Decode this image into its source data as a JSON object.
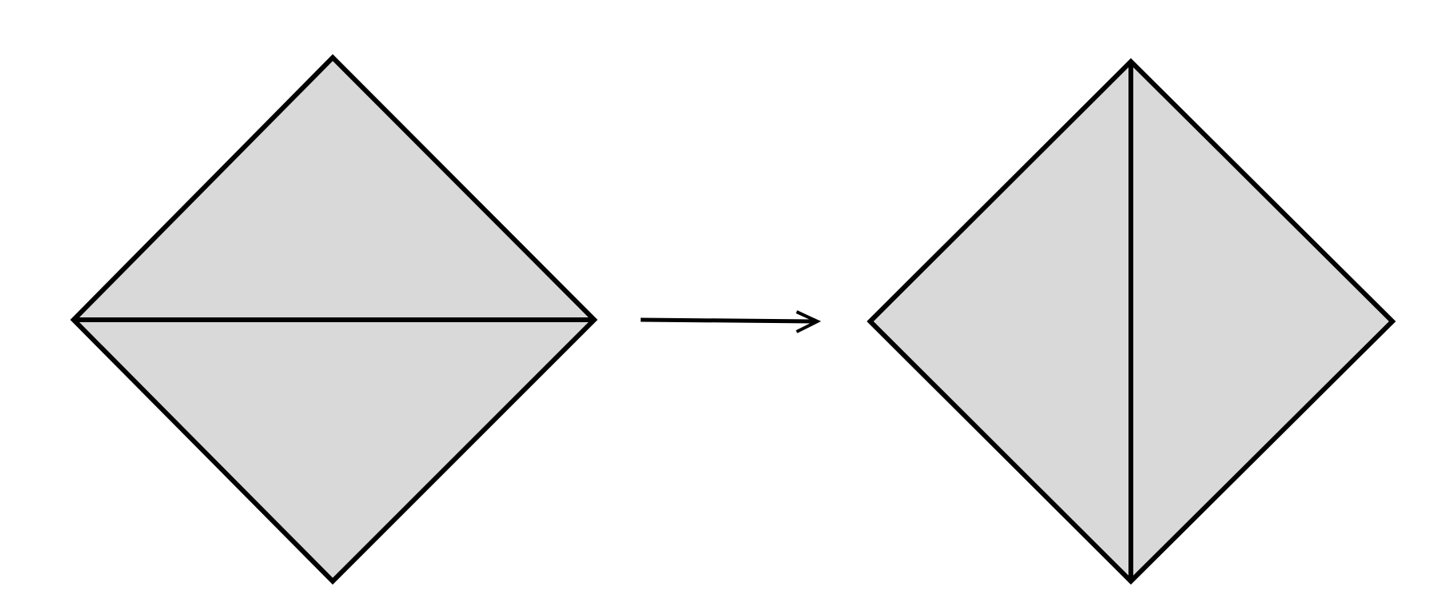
{
  "colors": {
    "background": "#ffffff",
    "fill": "#d9d9d9",
    "stroke": "#000000"
  },
  "figure": {
    "left_shape": {
      "kind": "square rotated 45 degrees",
      "diagonal_drawn": "horizontal"
    },
    "transition": {
      "icon": "right-arrow-icon"
    },
    "right_shape": {
      "kind": "square rotated 45 degrees",
      "diagonal_drawn": "vertical"
    }
  }
}
